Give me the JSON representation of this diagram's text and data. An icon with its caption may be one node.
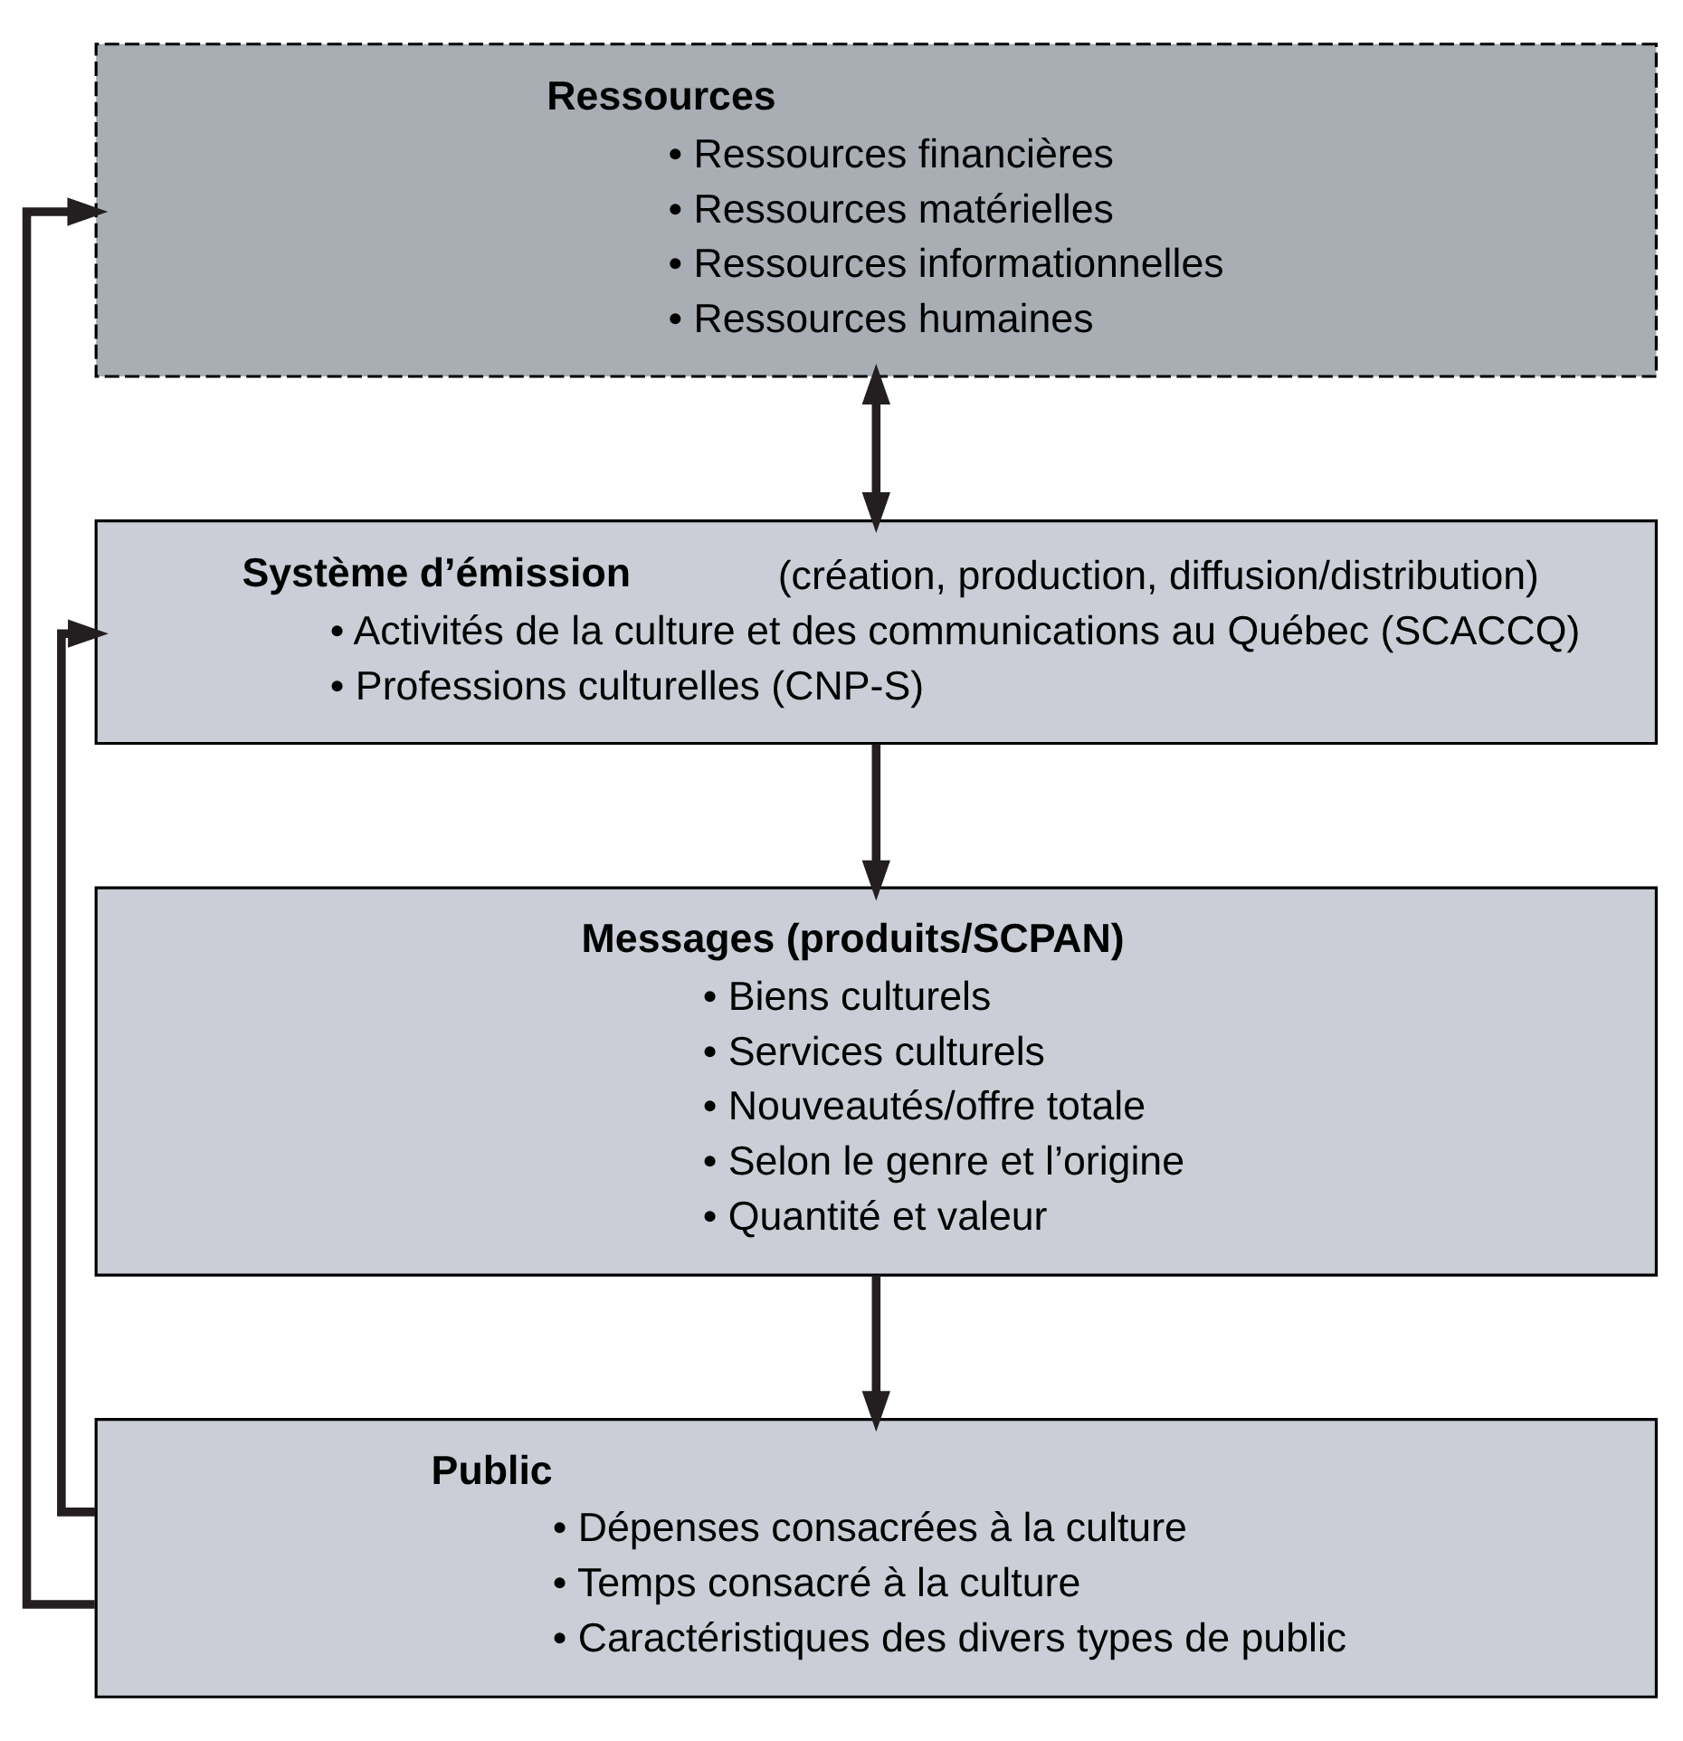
{
  "diagram": {
    "nodes": [
      {
        "text": [
          "Ressources",
          "• Ressources financières",
          "• Ressources matérielles",
          "• Ressources informationnelles",
          "• Ressources humaines"
        ]
      },
      {
        "text": [
          "**Système d’émission** (création, production, diffusion/distribution)",
          "• Activités de la culture et des communications au Québec (SCACCQ)",
          "• Professions culturelles (CNP-S)"
        ]
      },
      {
        "text": [
          "Messages (produits/SCPAN)",
          "• Biens culturels",
          "• Services culturels",
          "• Nouveautés/offre totale",
          "• Selon le genre et l’origine",
          "• Quantité et valeur"
        ]
      },
      {
        "text": [
          "Public",
          "• Dépenses consacrées à la culture",
          "• Temps consacré à la culture",
          "• Caractéristiques des divers types de public"
        ]
      }
    ],
    "edges": [
      {
        "from": 0,
        "to": 1,
        "arrow": "both"
      },
      {
        "from": 1,
        "to": 2,
        "arrow": "to"
      },
      {
        "from": 2,
        "to": 3,
        "arrow": "to"
      },
      {
        "from": 3,
        "to": 0,
        "arrow": "to"
      },
      {
        "from": 3,
        "to": 1,
        "arrow": "to"
      }
    ]
  }
}
